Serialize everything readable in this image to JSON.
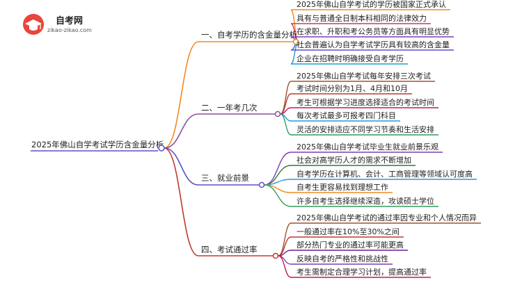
{
  "logo": {
    "title": "自考网",
    "subtitle": "zikao-zikao.com",
    "icon": "graduation-cap-icon"
  },
  "root": {
    "label": "2025年佛山自学考试学历含金量分析"
  },
  "branches": [
    {
      "label": "一、自考学历的含金量分析",
      "color": "#f28a1e",
      "leaves": [
        "2025年佛山自学考试的学历被国家正式承认",
        "具有与普通全日制本科相同的法律效力",
        "在求职、升职和考公务员等方面具有明显优势",
        "社会普遍认为自学考试学历具有较高的含金量",
        "企业在招聘时明确接受自考学历"
      ],
      "leaf_colors": [
        "#f28a1e",
        "#d6336c",
        "#7b3fb5",
        "#5b50c9",
        "#1f9bd8"
      ]
    },
    {
      "label": "二、一年考几次",
      "color": "#8b4fa0",
      "leaves": [
        "2025年佛山自学考试每年安排三次考试",
        "考试时间分别为1月、4月和10月",
        "考生可根据学习进度选择适合的考试时间",
        "每次考试最多可报考四门科目",
        "灵活的安排适应不同学习节奏和生活安排"
      ],
      "leaf_colors": [
        "#a0522d",
        "#c0392b",
        "#c2185b",
        "#1f9bd8",
        "#2e9e5b"
      ]
    },
    {
      "label": "三、就业前景",
      "color": "#5b50c9",
      "leaves": [
        "2025年佛山自学考试毕业生就业前景乐观",
        "社会对高学历人才的需求不断增加",
        "自考学历在计算机、会计、工商管理等领域认可度高",
        "自考生更容易找到理想工作",
        "许多自考生选择继续深造，攻读硕士学位"
      ],
      "leaf_colors": [
        "#7b3fb5",
        "#2e7d32",
        "#1f9bd8",
        "#f28a1e",
        "#2e9e5b"
      ]
    },
    {
      "label": "四、考试通过率",
      "color": "#c0392b",
      "leaves": [
        "2025年佛山自学考试的通过率因专业和个人情况而异",
        "一般通过率在10%至30%之间",
        "部分热门专业的通过率可能更高",
        "反映自考的严格性和挑战性",
        "考生需制定合理学习计划，提高通过率"
      ],
      "leaf_colors": [
        "#a0522d",
        "#c0392b",
        "#6a1b9a",
        "#7b3fb5",
        "#c2185b"
      ]
    }
  ]
}
